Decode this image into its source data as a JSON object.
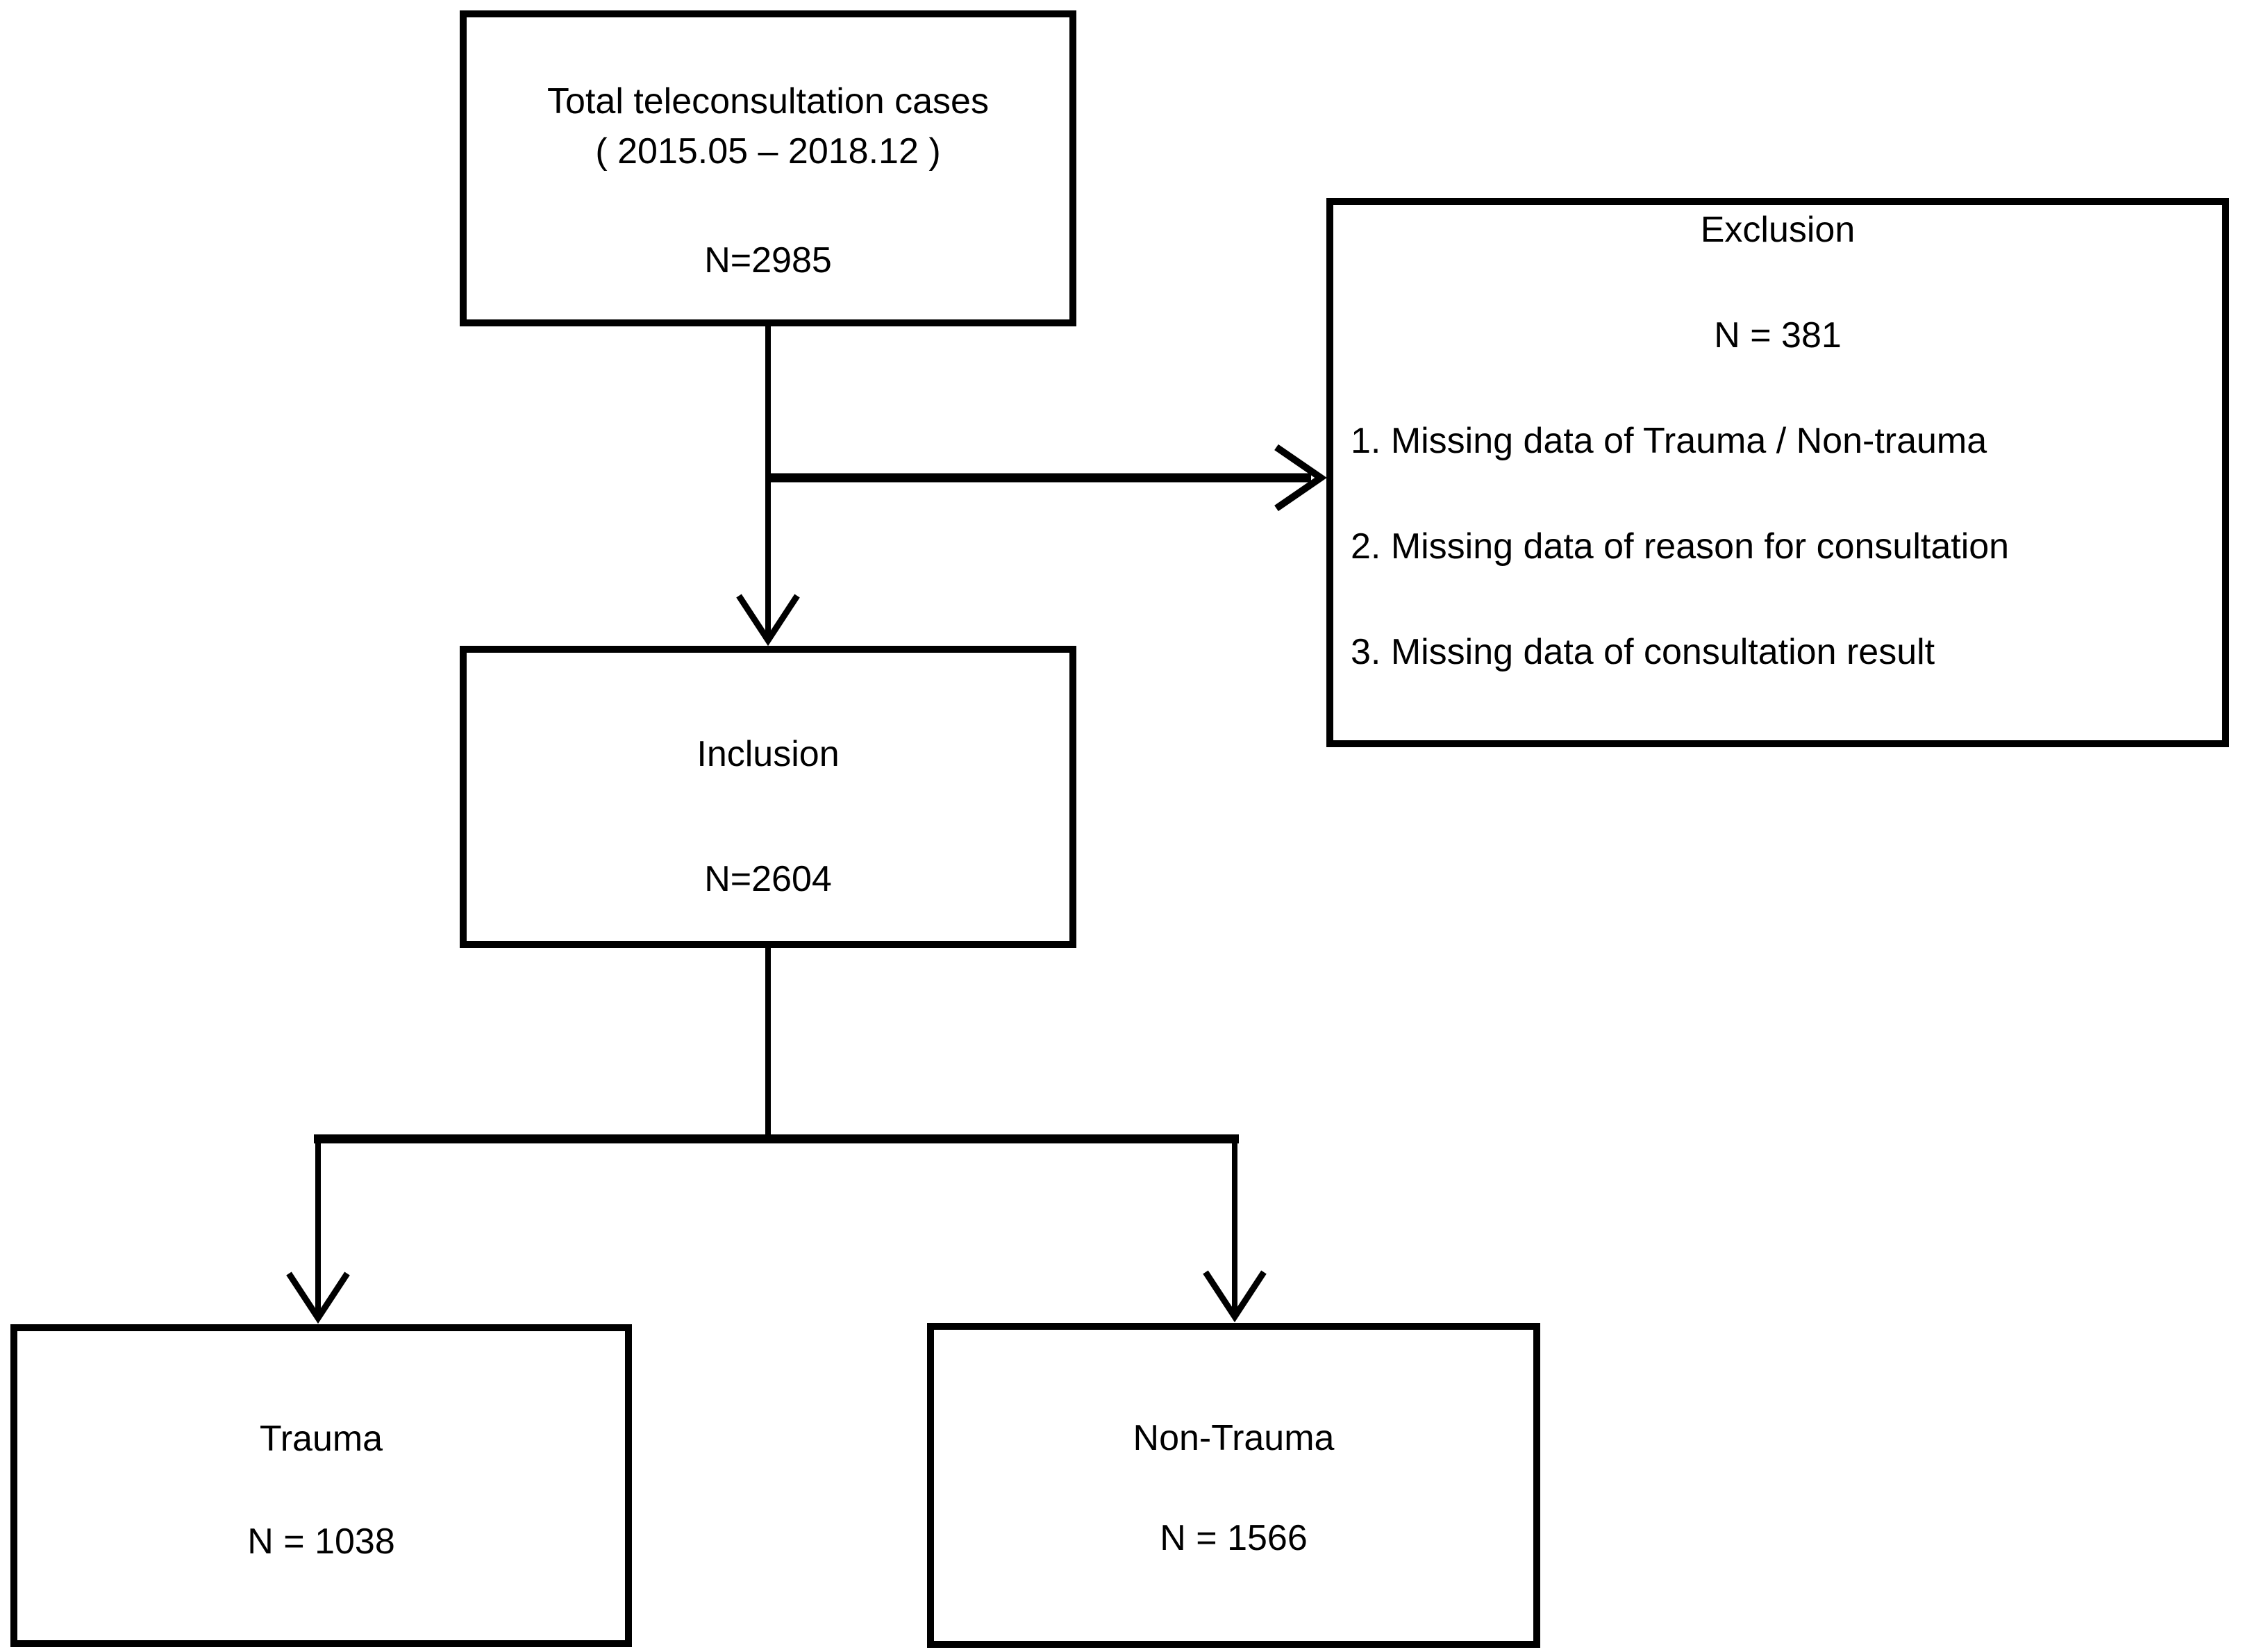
{
  "figure": {
    "type": "study-flow-diagram",
    "colors": {
      "background": "#ffffff",
      "line": "#000000",
      "text": "#000000"
    }
  },
  "nodes": {
    "total": {
      "title": "Total teleconsultation cases",
      "subtitle": "( 2015.05 – 2018.12 )",
      "n": "N=2985"
    },
    "exclusion": {
      "title": "Exclusion",
      "n": "N = 381",
      "items": [
        "1. Missing data of Trauma / Non-trauma",
        "2. Missing data of reason for consultation",
        "3. Missing data of consultation result"
      ]
    },
    "inclusion": {
      "title": "Inclusion",
      "n": "N=2604"
    },
    "trauma": {
      "title": "Trauma",
      "n": "N = 1038"
    },
    "non_trauma": {
      "title": "Non-Trauma",
      "n": "N = 1566"
    }
  },
  "flow": {
    "edges": [
      {
        "from": "total",
        "to": "inclusion"
      },
      {
        "from": "total",
        "to": "exclusion"
      },
      {
        "from": "inclusion",
        "to": "trauma"
      },
      {
        "from": "inclusion",
        "to": "non_trauma"
      }
    ]
  }
}
